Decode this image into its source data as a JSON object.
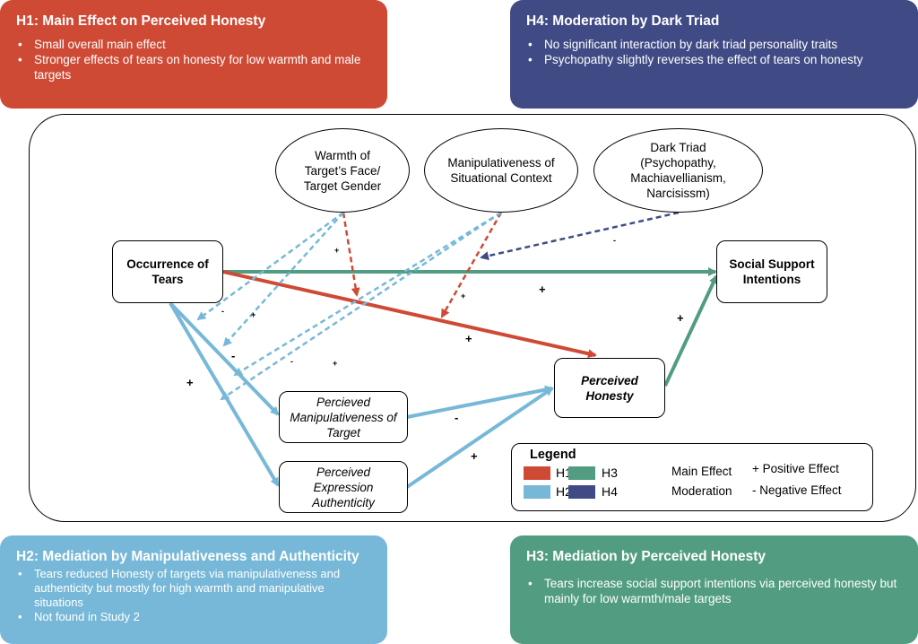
{
  "h1": {
    "title": "H1: Main Effect on Perceived Honesty",
    "bullets": [
      "Small overall main effect",
      "Stronger effects of tears on honesty for low warmth and male targets"
    ],
    "color": "#cf4a35"
  },
  "h4": {
    "title": "H4: Moderation by Dark Triad",
    "bullets": [
      "No significant interaction by dark triad personality traits",
      "Psychopathy slightly reverses the effect of tears on honesty"
    ],
    "color": "#404b85"
  },
  "h2": {
    "title": "H2: Mediation by Manipulativeness and Authenticity",
    "bullets": [
      "Tears reduced Honesty of targets via manipulativeness and authenticity but mostly for high warmth and manipulative situations",
      "Not found in Study 2"
    ],
    "color": "#77b8d8"
  },
  "h3": {
    "title": "H3: Mediation by Perceived Honesty",
    "bullets": [
      "Tears increase social support intentions via perceived honesty but mainly for low warmth/male targets"
    ],
    "color": "#529d82"
  },
  "moderators": {
    "warmth": "Warmth of Target’s Face/ Target Gender",
    "manip_context": "Manipulativeness of Situational Context",
    "dark_triad": "Dark Triad (Psychopathy, Machiavellianism, Narcisissm)"
  },
  "nodes": {
    "tears": "Occurrence of Tears",
    "social": "Social Support Intentions",
    "honesty": "Perceived Honesty",
    "manip_target": "Percieved Manipulativeness of Target",
    "authenticity": "Perceived Expression Authenticity"
  },
  "signs": {
    "tears_social": "+",
    "tears_honesty": "+",
    "honesty_social": "+",
    "manip_honesty": "-",
    "auth_honesty": "+",
    "tears_auth": "+",
    "tears_manip": "-",
    "warmth_h1": "+",
    "manip_ctx_h1": "+",
    "warmth_tears_a": "-",
    "warmth_tears_b": "+",
    "ctx_manip_a": "-",
    "ctx_manip_b": "+",
    "dark_triad": "-"
  },
  "legend": {
    "title": "Legend",
    "h1": "H1",
    "h2": "H2",
    "h3": "H3",
    "h4": "H4",
    "main": "Main Effect",
    "moderation": "Moderation",
    "positive": "+  Positive Effect",
    "negative": "-   Negative Effect"
  },
  "colors": {
    "h1": "#cf4a35",
    "h2": "#77b8d8",
    "h3": "#529d82",
    "h4": "#404b85"
  }
}
